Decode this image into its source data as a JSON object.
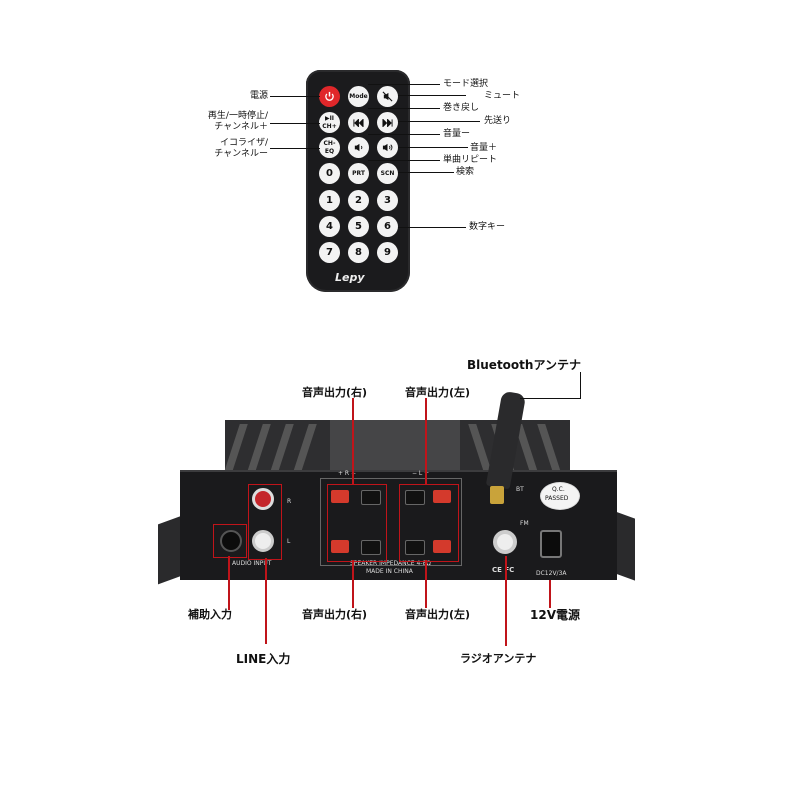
{
  "remote": {
    "brand": "Lepy",
    "buttons": {
      "mode": "Mode",
      "ch_plus_top": "▶II",
      "ch_plus_bottom": "CH+",
      "ch_minus_top": "CH-",
      "ch_minus_bottom": "EQ",
      "prt": "PRT",
      "scn": "SCN",
      "digits": [
        "0",
        "1",
        "2",
        "3",
        "4",
        "5",
        "6",
        "7",
        "8",
        "9"
      ]
    },
    "labels": {
      "power": "電源",
      "play_pause_1": "再生/一時停止/",
      "play_pause_2": "チャンネル＋",
      "eq_1": "イコライザ/",
      "eq_2": "チャンネルー",
      "mode_select": "モード選択",
      "mute": "ミュート",
      "rewind": "巻き戻し",
      "forward": "先送り",
      "vol_down": "音量ー",
      "vol_up": "音量＋",
      "single_repeat": "単曲リピート",
      "search": "検索",
      "number_keys": "数字キー"
    }
  },
  "amp": {
    "labels": {
      "bluetooth": "Bluetoothアンテナ",
      "out_right_top": "音声出力(右)",
      "out_left_top": "音声出力(左)",
      "aux_input": "補助入力",
      "out_right_bottom": "音声出力(右)",
      "out_left_bottom": "音声出力(左)",
      "power_12v": "12V電源",
      "line_input": "LINE入力",
      "radio_antenna": "ラジオアンテナ"
    },
    "panel_text": {
      "audio_input": "AUDIO INPUT",
      "r": "R",
      "l": "L",
      "bt": "BT",
      "fm": "FM",
      "qc_1": "Q.C.",
      "qc_2": "PASSED",
      "speaker": "SPEAKER IMPEDANCE 4-8Ω",
      "made_in": "MADE IN CHINA",
      "ce": "CE FC",
      "dc": "DC12V/3A",
      "plus_r_minus": "+  R  −",
      "minus_l_plus": "−  L  +"
    }
  },
  "colors": {
    "accent_red": "#c0141a",
    "button_red": "#e0272a"
  }
}
